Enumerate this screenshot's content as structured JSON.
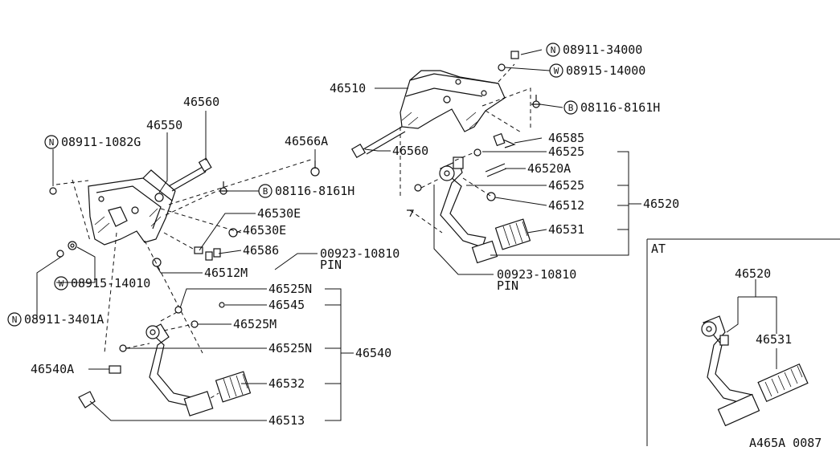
{
  "labels": {
    "l46560a": "46560",
    "l46550": "46550",
    "n08911_1082g": "08911-1082G",
    "l46566a": "46566A",
    "b08116_left": "08116-8161H",
    "l46530e_1": "46530E",
    "l46530e_2": "46530E",
    "l46586": "46586",
    "l46512m": "46512M",
    "w08915_14010": "08915-14010",
    "n08911_3401a": "08911-3401A",
    "pin_left_num": "00923-10810",
    "pin_left_txt": "PIN",
    "l46525n_1": "46525N",
    "l46545": "46545",
    "l46525m": "46525M",
    "l46525n_2": "46525N",
    "l46540": "46540",
    "l46540a": "46540A",
    "l46532": "46532",
    "l46513": "46513",
    "n08911_34000": "08911-34000",
    "w08915_14000": "08915-14000",
    "l46510": "46510",
    "b08116_right": "08116-8161H",
    "l46560b": "46560",
    "l46585": "46585",
    "l46525_1": "46525",
    "l46520a": "46520A",
    "l46525_2": "46525",
    "l46512": "46512",
    "l46520": "46520",
    "l46531": "46531",
    "pin_right_num": "00923-10810",
    "pin_right_txt": "PIN",
    "at_title": "AT",
    "at_46520": "46520",
    "at_46531": "46531",
    "figure_code": "A465A 0087"
  },
  "circle_letters": {
    "n": "N",
    "w": "W",
    "b": "B"
  }
}
